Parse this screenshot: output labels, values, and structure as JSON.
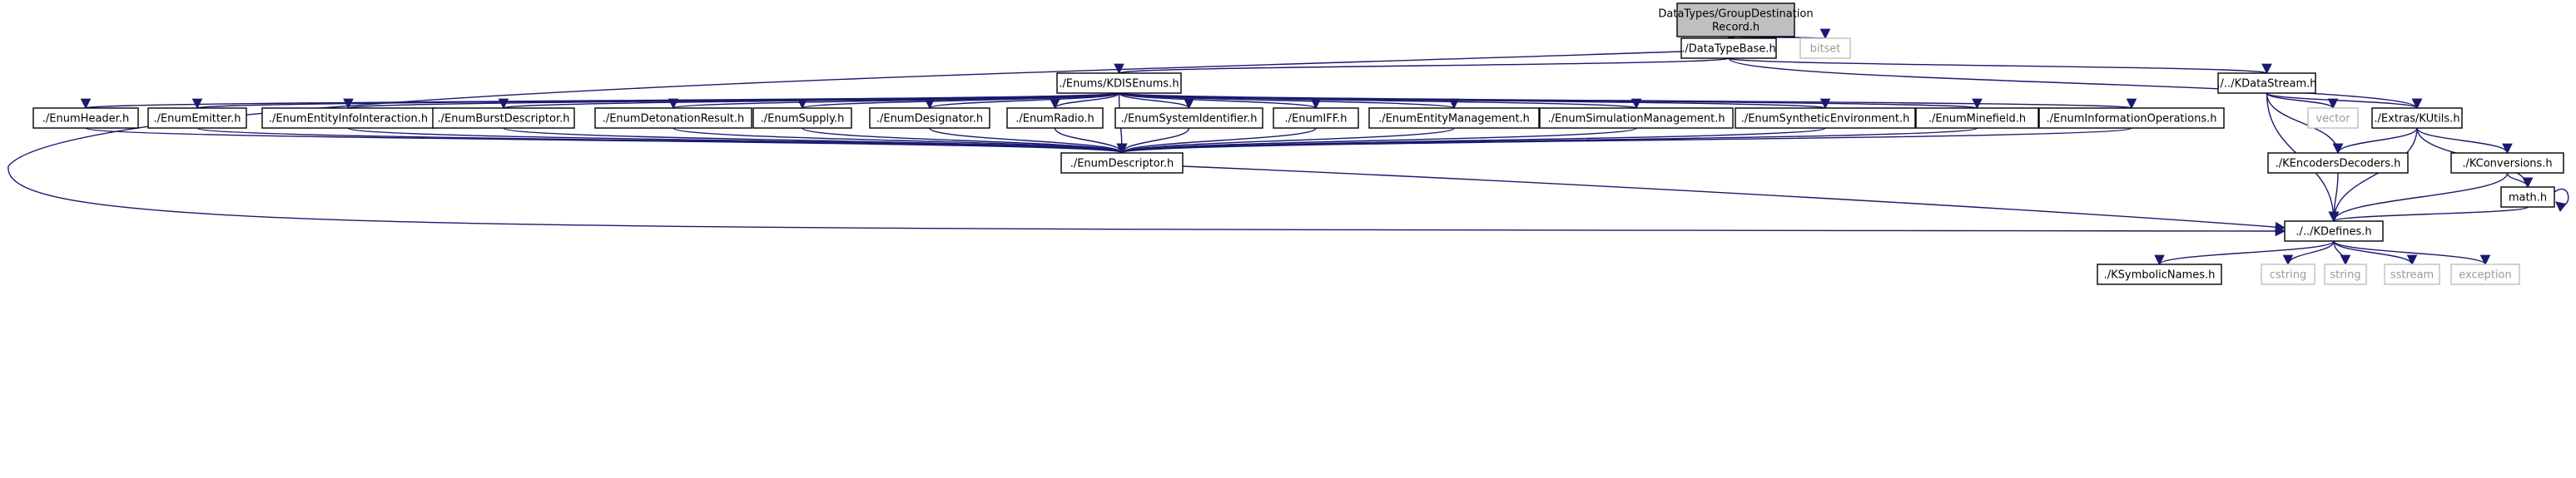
{
  "colors": {
    "edge": "#191970",
    "root_fill": "#bfbfbf",
    "node_border": "#000000",
    "external_border": "#bfbfbf",
    "external_text": "#9a9a9a",
    "node_fill": "#ffffff"
  },
  "nodes": [
    {
      "id": "root",
      "lines": [
        "DataTypes/GroupDestination",
        "Record.h"
      ],
      "kind": "root"
    },
    {
      "id": "datatypebase",
      "lines": [
        "./DataTypeBase.h"
      ],
      "kind": "file"
    },
    {
      "id": "bitset",
      "lines": [
        "bitset"
      ],
      "kind": "external"
    },
    {
      "id": "kdisenums",
      "lines": [
        "./Enums/KDISEnums.h"
      ],
      "kind": "file"
    },
    {
      "id": "kdatastream",
      "lines": [
        "./../KDataStream.h"
      ],
      "kind": "file"
    },
    {
      "id": "kutils",
      "lines": [
        "./Extras/KUtils.h"
      ],
      "kind": "file"
    },
    {
      "id": "enumheader",
      "lines": [
        "./EnumHeader.h"
      ],
      "kind": "file"
    },
    {
      "id": "enumemitter",
      "lines": [
        "./EnumEmitter.h"
      ],
      "kind": "file"
    },
    {
      "id": "enumentityinfo",
      "lines": [
        "./EnumEntityInfoInteraction.h"
      ],
      "kind": "file"
    },
    {
      "id": "enumburst",
      "lines": [
        "./EnumBurstDescriptor.h"
      ],
      "kind": "file"
    },
    {
      "id": "enumdetonation",
      "lines": [
        "./EnumDetonationResult.h"
      ],
      "kind": "file"
    },
    {
      "id": "enumsupply",
      "lines": [
        "./EnumSupply.h"
      ],
      "kind": "file"
    },
    {
      "id": "enumdesignator",
      "lines": [
        "./EnumDesignator.h"
      ],
      "kind": "file"
    },
    {
      "id": "enumradio",
      "lines": [
        "./EnumRadio.h"
      ],
      "kind": "file"
    },
    {
      "id": "enumsysid",
      "lines": [
        "./EnumSystemIdentifier.h"
      ],
      "kind": "file"
    },
    {
      "id": "enumiff",
      "lines": [
        "./EnumIFF.h"
      ],
      "kind": "file"
    },
    {
      "id": "enumentitymgmt",
      "lines": [
        "./EnumEntityManagement.h"
      ],
      "kind": "file"
    },
    {
      "id": "enumsimmgmt",
      "lines": [
        "./EnumSimulationManagement.h"
      ],
      "kind": "file"
    },
    {
      "id": "enumsynthetic",
      "lines": [
        "./EnumSyntheticEnvironment.h"
      ],
      "kind": "file"
    },
    {
      "id": "enumminefield",
      "lines": [
        "./EnumMinefield.h"
      ],
      "kind": "file"
    },
    {
      "id": "enuminfoops",
      "lines": [
        "./EnumInformationOperations.h"
      ],
      "kind": "file"
    },
    {
      "id": "vector",
      "lines": [
        "vector"
      ],
      "kind": "external"
    },
    {
      "id": "kencoders",
      "lines": [
        "./KEncodersDecoders.h"
      ],
      "kind": "file"
    },
    {
      "id": "kconversions",
      "lines": [
        "./KConversions.h"
      ],
      "kind": "file"
    },
    {
      "id": "enumdescriptor",
      "lines": [
        "./EnumDescriptor.h"
      ],
      "kind": "file"
    },
    {
      "id": "math",
      "lines": [
        "math.h"
      ],
      "kind": "file"
    },
    {
      "id": "kdefines",
      "lines": [
        "./../KDefines.h"
      ],
      "kind": "file"
    },
    {
      "id": "ksymbolic",
      "lines": [
        "./KSymbolicNames.h"
      ],
      "kind": "file"
    },
    {
      "id": "cstring",
      "lines": [
        "cstring"
      ],
      "kind": "external"
    },
    {
      "id": "string",
      "lines": [
        "string"
      ],
      "kind": "external"
    },
    {
      "id": "sstream",
      "lines": [
        "sstream"
      ],
      "kind": "external"
    },
    {
      "id": "exception",
      "lines": [
        "exception"
      ],
      "kind": "external"
    }
  ],
  "edges": [
    [
      "root",
      "datatypebase"
    ],
    [
      "root",
      "bitset"
    ],
    [
      "datatypebase",
      "kdisenums"
    ],
    [
      "datatypebase",
      "kdatastream"
    ],
    [
      "datatypebase",
      "kutils"
    ],
    [
      "datatypebase",
      "kdefines"
    ],
    [
      "kdisenums",
      "enumheader"
    ],
    [
      "kdisenums",
      "enumemitter"
    ],
    [
      "kdisenums",
      "enumentityinfo"
    ],
    [
      "kdisenums",
      "enumburst"
    ],
    [
      "kdisenums",
      "enumdetonation"
    ],
    [
      "kdisenums",
      "enumsupply"
    ],
    [
      "kdisenums",
      "enumdesignator"
    ],
    [
      "kdisenums",
      "enumradio"
    ],
    [
      "kdisenums",
      "enumsysid"
    ],
    [
      "kdisenums",
      "enumiff"
    ],
    [
      "kdisenums",
      "enumentitymgmt"
    ],
    [
      "kdisenums",
      "enumsimmgmt"
    ],
    [
      "kdisenums",
      "enumsynthetic"
    ],
    [
      "kdisenums",
      "enumminefield"
    ],
    [
      "kdisenums",
      "enuminfoops"
    ],
    [
      "kdisenums",
      "enumdescriptor"
    ],
    [
      "enumheader",
      "enumdescriptor"
    ],
    [
      "enumemitter",
      "enumdescriptor"
    ],
    [
      "enumentityinfo",
      "enumdescriptor"
    ],
    [
      "enumburst",
      "enumdescriptor"
    ],
    [
      "enumdetonation",
      "enumdescriptor"
    ],
    [
      "enumsupply",
      "enumdescriptor"
    ],
    [
      "enumdesignator",
      "enumdescriptor"
    ],
    [
      "enumradio",
      "enumdescriptor"
    ],
    [
      "enumsysid",
      "enumdescriptor"
    ],
    [
      "enumiff",
      "enumdescriptor"
    ],
    [
      "enumentitymgmt",
      "enumdescriptor"
    ],
    [
      "enumsimmgmt",
      "enumdescriptor"
    ],
    [
      "enumsynthetic",
      "enumdescriptor"
    ],
    [
      "enumminefield",
      "enumdescriptor"
    ],
    [
      "enuminfoops",
      "enumdescriptor"
    ],
    [
      "enumdescriptor",
      "kdefines"
    ],
    [
      "kdatastream",
      "vector"
    ],
    [
      "kdatastream",
      "kutils"
    ],
    [
      "kdatastream",
      "kencoders"
    ],
    [
      "kdatastream",
      "kdefines"
    ],
    [
      "kutils",
      "kencoders"
    ],
    [
      "kutils",
      "kconversions"
    ],
    [
      "kutils",
      "kdefines"
    ],
    [
      "kutils",
      "math"
    ],
    [
      "kencoders",
      "kdefines"
    ],
    [
      "kconversions",
      "math"
    ],
    [
      "kconversions",
      "kdefines"
    ],
    [
      "math",
      "math"
    ],
    [
      "math",
      "kdefines"
    ],
    [
      "kdefines",
      "ksymbolic"
    ],
    [
      "kdefines",
      "cstring"
    ],
    [
      "kdefines",
      "string"
    ],
    [
      "kdefines",
      "sstream"
    ],
    [
      "kdefines",
      "exception"
    ]
  ]
}
